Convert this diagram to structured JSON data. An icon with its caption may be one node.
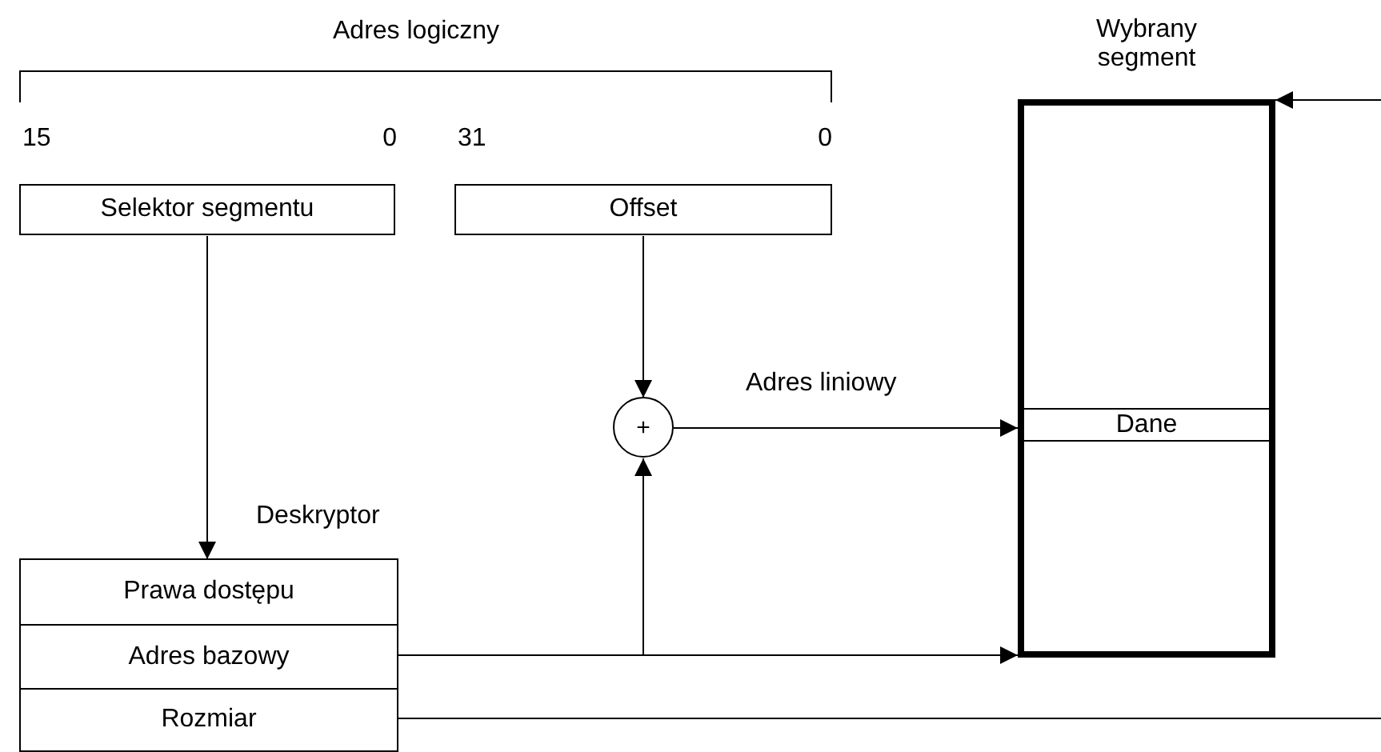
{
  "diagram": {
    "nodes": [
      {
        "text": [
          "Selektor segmentu"
        ]
      },
      {
        "text": [
          "Offset"
        ]
      },
      {
        "text": [
          "+"
        ]
      },
      {
        "text": [
          "Deskryptor"
        ]
      },
      {
        "text": [
          "Prawa dostępu"
        ],
        "in": 3
      },
      {
        "text": [
          "Adres bazowy"
        ],
        "in": 3
      },
      {
        "text": [
          "Rozmiar"
        ],
        "in": 3
      },
      {
        "text": [
          "Wybrany segment"
        ]
      },
      {
        "text": [
          "Dane"
        ],
        "in": 7
      }
    ],
    "edges": [
      {
        "from": 0,
        "to": 3,
        "arrow": "to"
      },
      {
        "from": 1,
        "to": 2,
        "arrow": "to"
      },
      {
        "from": 2,
        "to": 8,
        "arrow": "to",
        "label": "Adres liniowy"
      },
      {
        "from": 5,
        "to": 2,
        "arrow": "to"
      },
      {
        "from": 5,
        "to": 7,
        "arrow": "to"
      },
      {
        "from": 6,
        "to": null,
        "arrow": "none"
      },
      {
        "from": null,
        "to": 7,
        "arrow": "to"
      }
    ],
    "labels": [
      "Adres logiczny",
      "15",
      "0",
      "31",
      "0"
    ]
  }
}
